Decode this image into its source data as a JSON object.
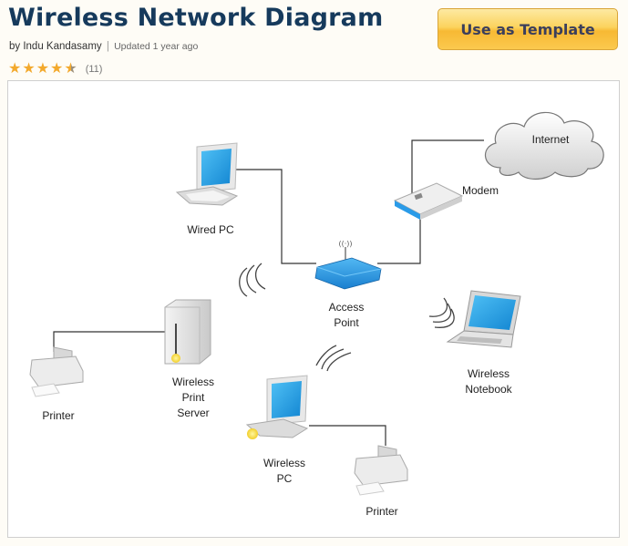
{
  "header": {
    "title": "Wireless Network Diagram",
    "author": "by Indu Kandasamy",
    "separator": "|",
    "updated": "Updated 1 year ago",
    "rating": {
      "stars": 4.5,
      "max": 5,
      "count": "(11)"
    },
    "template_button": "Use as Template"
  },
  "colors": {
    "title": "#163a5c",
    "star": "#f3a92c",
    "button": "#fcd35d",
    "screen": "#1ea0e6",
    "access_point": "#1e8fdc",
    "connector": "#333333"
  },
  "diagram": {
    "nodes": [
      {
        "id": "internet",
        "label": "Internet",
        "icon": "cloud-icon"
      },
      {
        "id": "modem",
        "label": "Modem",
        "icon": "modem-icon"
      },
      {
        "id": "wired-pc",
        "label": "Wired PC",
        "icon": "desktop-pc-icon"
      },
      {
        "id": "access-point",
        "label": "Access\nPoint",
        "label_lines": [
          "Access",
          "Point"
        ],
        "icon": "wireless-router-icon"
      },
      {
        "id": "wireless-print-server",
        "label_lines": [
          "Wireless",
          "Print",
          "Server"
        ],
        "icon": "server-tower-icon"
      },
      {
        "id": "printer-left",
        "label": "Printer",
        "icon": "printer-icon"
      },
      {
        "id": "wireless-notebook",
        "label_lines": [
          "Wireless",
          "Notebook"
        ],
        "icon": "laptop-icon"
      },
      {
        "id": "wireless-pc",
        "label_lines": [
          "Wireless",
          "PC"
        ],
        "icon": "desktop-pc-icon"
      },
      {
        "id": "printer-bottom",
        "label": "Printer",
        "icon": "printer-icon"
      }
    ],
    "connections": [
      {
        "from": "modem",
        "to": "internet",
        "type": "wired"
      },
      {
        "from": "wired-pc",
        "to": "access-point",
        "type": "wired"
      },
      {
        "from": "modem",
        "to": "access-point",
        "type": "wired"
      },
      {
        "from": "printer-left",
        "to": "wireless-print-server",
        "type": "wired"
      },
      {
        "from": "wireless-pc",
        "to": "printer-bottom",
        "type": "wired"
      },
      {
        "from": "access-point",
        "to": "wireless-print-server",
        "type": "wireless"
      },
      {
        "from": "access-point",
        "to": "wireless-notebook",
        "type": "wireless"
      },
      {
        "from": "access-point",
        "to": "wireless-pc",
        "type": "wireless"
      }
    ]
  }
}
